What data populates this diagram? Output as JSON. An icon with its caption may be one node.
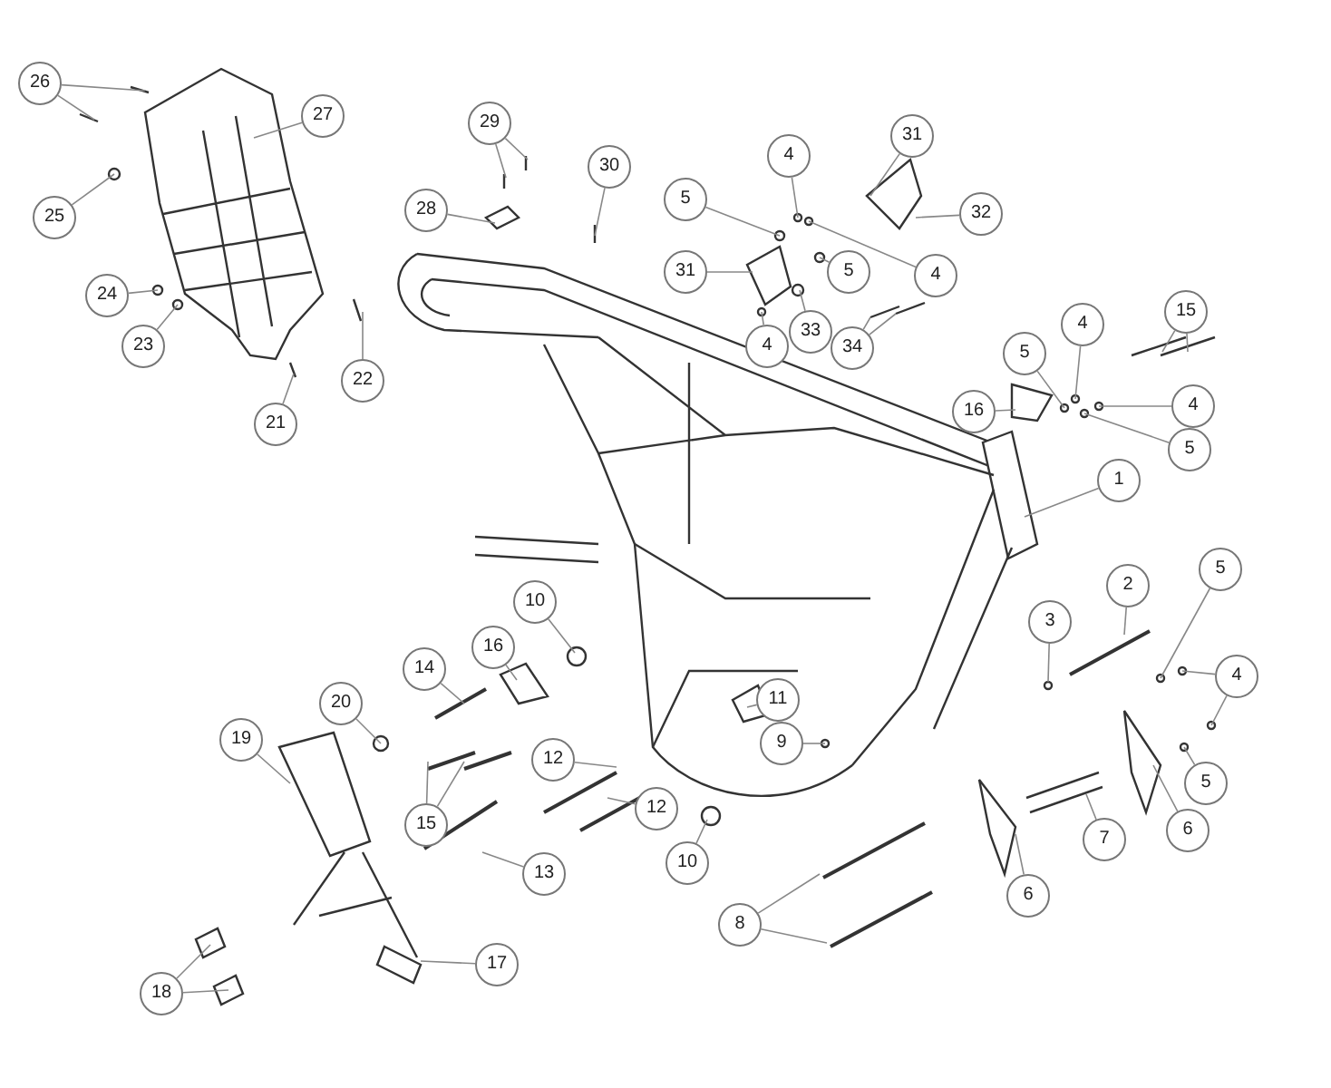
{
  "diagram": {
    "nodes": [
      {
        "text": [
          "26"
        ]
      },
      {
        "text": [
          "27"
        ]
      },
      {
        "text": [
          "25"
        ]
      },
      {
        "text": [
          "24"
        ]
      },
      {
        "text": [
          "23"
        ]
      },
      {
        "text": [
          "22"
        ]
      },
      {
        "text": [
          "21"
        ]
      },
      {
        "text": [
          "29"
        ]
      },
      {
        "text": [
          "28"
        ]
      },
      {
        "text": [
          "30"
        ]
      },
      {
        "text": [
          "5"
        ]
      },
      {
        "text": [
          "4"
        ]
      },
      {
        "text": [
          "31"
        ]
      },
      {
        "text": [
          "32"
        ]
      },
      {
        "text": [
          "31"
        ]
      },
      {
        "text": [
          "5"
        ]
      },
      {
        "text": [
          "4"
        ]
      },
      {
        "text": [
          "4"
        ]
      },
      {
        "text": [
          "33"
        ]
      },
      {
        "text": [
          "34"
        ]
      },
      {
        "text": [
          "15"
        ]
      },
      {
        "text": [
          "4"
        ]
      },
      {
        "text": [
          "5"
        ]
      },
      {
        "text": [
          "16"
        ]
      },
      {
        "text": [
          "4"
        ]
      },
      {
        "text": [
          "5"
        ]
      },
      {
        "text": [
          "1"
        ]
      },
      {
        "text": [
          "2"
        ]
      },
      {
        "text": [
          "3"
        ]
      },
      {
        "text": [
          "5"
        ]
      },
      {
        "text": [
          "4"
        ]
      },
      {
        "text": [
          "5"
        ]
      },
      {
        "text": [
          "6"
        ]
      },
      {
        "text": [
          "7"
        ]
      },
      {
        "text": [
          "6"
        ]
      },
      {
        "text": [
          "8"
        ]
      },
      {
        "text": [
          "9"
        ]
      },
      {
        "text": [
          "11"
        ]
      },
      {
        "text": [
          "10"
        ]
      },
      {
        "text": [
          "16"
        ]
      },
      {
        "text": [
          "14"
        ]
      },
      {
        "text": [
          "20"
        ]
      },
      {
        "text": [
          "19"
        ]
      },
      {
        "text": [
          "15"
        ]
      },
      {
        "text": [
          "12"
        ]
      },
      {
        "text": [
          "12"
        ]
      },
      {
        "text": [
          "10"
        ]
      },
      {
        "text": [
          "13"
        ]
      },
      {
        "text": [
          "17"
        ]
      },
      {
        "text": [
          "18"
        ]
      }
    ],
    "edges": [
      {
        "from": 0,
        "to": null,
        "arrow": "none"
      },
      {
        "from": 0,
        "to": null,
        "arrow": "none"
      },
      {
        "from": 1,
        "to": null,
        "arrow": "none"
      },
      {
        "from": 2,
        "to": null,
        "arrow": "none"
      },
      {
        "from": 3,
        "to": null,
        "arrow": "none"
      },
      {
        "from": 4,
        "to": null,
        "arrow": "none"
      },
      {
        "from": 5,
        "to": null,
        "arrow": "none"
      },
      {
        "from": 6,
        "to": null,
        "arrow": "none"
      },
      {
        "from": 7,
        "to": null,
        "arrow": "none"
      },
      {
        "from": 7,
        "to": null,
        "arrow": "none"
      },
      {
        "from": 8,
        "to": null,
        "arrow": "none"
      },
      {
        "from": 9,
        "to": null,
        "arrow": "none"
      },
      {
        "from": 10,
        "to": null,
        "arrow": "none"
      },
      {
        "from": 11,
        "to": null,
        "arrow": "none"
      },
      {
        "from": 12,
        "to": null,
        "arrow": "none"
      },
      {
        "from": 13,
        "to": null,
        "arrow": "none"
      },
      {
        "from": 14,
        "to": null,
        "arrow": "none"
      },
      {
        "from": 15,
        "to": null,
        "arrow": "none"
      },
      {
        "from": 16,
        "to": null,
        "arrow": "none"
      },
      {
        "from": 17,
        "to": null,
        "arrow": "none"
      },
      {
        "from": 18,
        "to": null,
        "arrow": "none"
      },
      {
        "from": 19,
        "to": null,
        "arrow": "none"
      },
      {
        "from": 19,
        "to": null,
        "arrow": "none"
      },
      {
        "from": 20,
        "to": null,
        "arrow": "none"
      },
      {
        "from": 20,
        "to": null,
        "arrow": "none"
      },
      {
        "from": 21,
        "to": null,
        "arrow": "none"
      },
      {
        "from": 22,
        "to": null,
        "arrow": "none"
      },
      {
        "from": 23,
        "to": null,
        "arrow": "none"
      },
      {
        "from": 24,
        "to": null,
        "arrow": "none"
      },
      {
        "from": 25,
        "to": null,
        "arrow": "none"
      },
      {
        "from": 26,
        "to": null,
        "arrow": "none"
      },
      {
        "from": 27,
        "to": null,
        "arrow": "none"
      },
      {
        "from": 28,
        "to": null,
        "arrow": "none"
      },
      {
        "from": 29,
        "to": null,
        "arrow": "none"
      },
      {
        "from": 30,
        "to": null,
        "arrow": "none"
      },
      {
        "from": 30,
        "to": null,
        "arrow": "none"
      },
      {
        "from": 31,
        "to": null,
        "arrow": "none"
      },
      {
        "from": 32,
        "to": null,
        "arrow": "none"
      },
      {
        "from": 33,
        "to": null,
        "arrow": "none"
      },
      {
        "from": 34,
        "to": null,
        "arrow": "none"
      },
      {
        "from": 35,
        "to": null,
        "arrow": "none"
      },
      {
        "from": 35,
        "to": null,
        "arrow": "none"
      },
      {
        "from": 36,
        "to": null,
        "arrow": "none"
      },
      {
        "from": 37,
        "to": null,
        "arrow": "none"
      },
      {
        "from": 38,
        "to": null,
        "arrow": "none"
      },
      {
        "from": 39,
        "to": null,
        "arrow": "none"
      },
      {
        "from": 40,
        "to": null,
        "arrow": "none"
      },
      {
        "from": 41,
        "to": null,
        "arrow": "none"
      },
      {
        "from": 42,
        "to": null,
        "arrow": "none"
      },
      {
        "from": 43,
        "to": null,
        "arrow": "none"
      },
      {
        "from": 43,
        "to": null,
        "arrow": "none"
      },
      {
        "from": 44,
        "to": null,
        "arrow": "none"
      },
      {
        "from": 45,
        "to": null,
        "arrow": "none"
      },
      {
        "from": 46,
        "to": null,
        "arrow": "none"
      },
      {
        "from": 47,
        "to": null,
        "arrow": "none"
      },
      {
        "from": 48,
        "to": null,
        "arrow": "none"
      },
      {
        "from": 49,
        "to": null,
        "arrow": "none"
      },
      {
        "from": 49,
        "to": null,
        "arrow": "none"
      }
    ]
  }
}
